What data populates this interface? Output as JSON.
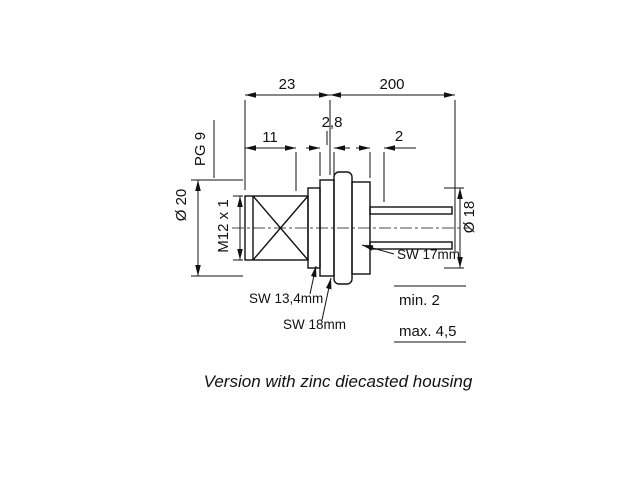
{
  "page": {
    "background": "#ffffff",
    "line_color": "#111111"
  },
  "caption": "Version with zinc diecasted housing",
  "dimensions": {
    "length_23": "23",
    "length_200": "200",
    "width_2_8": "2,8",
    "length_11": "11",
    "panel_2": "2",
    "thread_pg9": "PG 9",
    "dia_20": "Ø 20",
    "thread_m12": "M12 x 1",
    "dia_18": "Ø 18",
    "sw_17": "SW 17mm",
    "sw_13_4": "SW 13,4mm",
    "sw_18": "SW 18mm",
    "panel_min": "min. 2",
    "panel_max": "max. 4,5"
  }
}
